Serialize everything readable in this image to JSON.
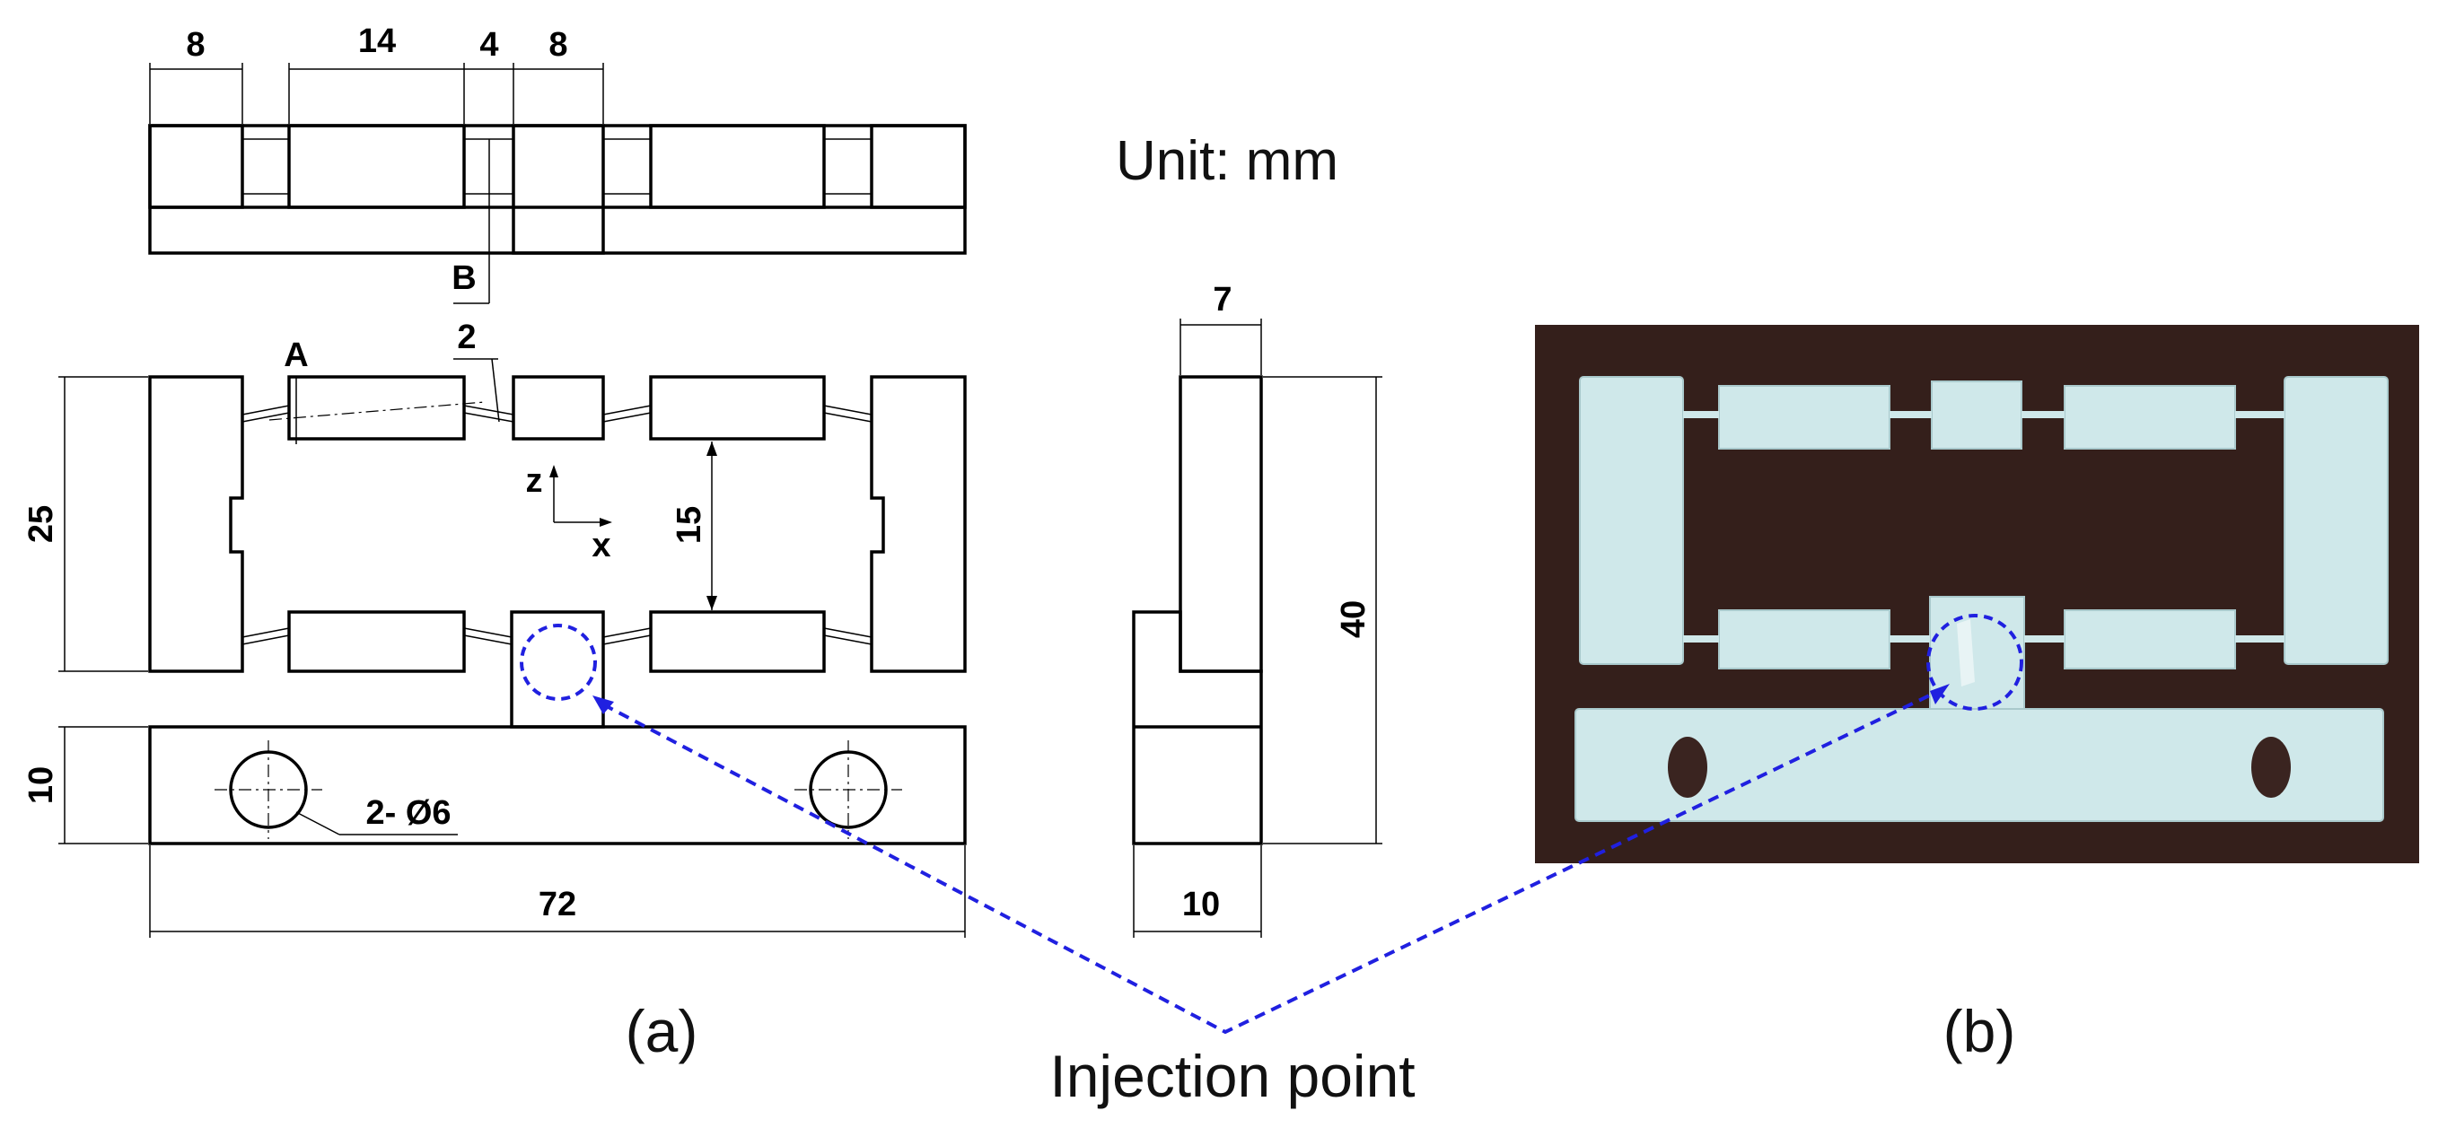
{
  "unit_label": "Unit: mm",
  "dims": {
    "top_8a": "8",
    "top_14": "14",
    "top_4": "4",
    "top_8b": "8",
    "label_B": "B",
    "label_A": "A",
    "front_2": "2",
    "front_25": "25",
    "front_15": "15",
    "front_10": "10",
    "front_72": "72",
    "hole_callout": "2- Ø6",
    "side_7": "7",
    "side_40": "40",
    "side_10": "10"
  },
  "axes": {
    "z": "z",
    "x": "x"
  },
  "captions": {
    "a": "(a)",
    "b": "(b)"
  },
  "injection_label": "Injection point",
  "colors": {
    "leader": "#2020e0",
    "photo_bg": "#3a2420",
    "part": "#cfe8ea"
  }
}
